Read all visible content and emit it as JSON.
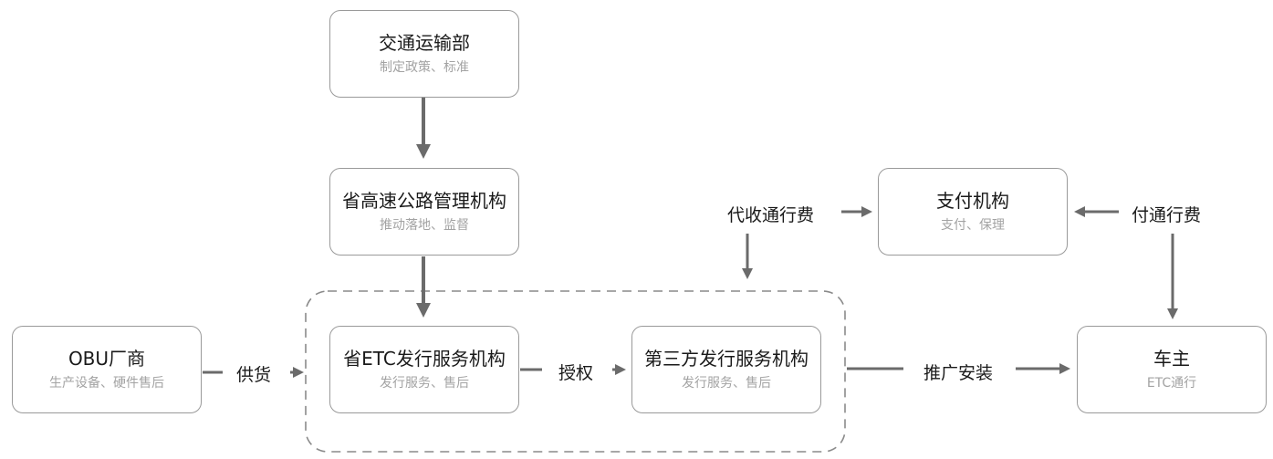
{
  "boxes": {
    "ministry": {
      "title": "交通运输部",
      "sub": "制定政策、标准"
    },
    "provincial_highway": {
      "title": "省高速公路管理机构",
      "sub": "推动落地、监督"
    },
    "payment": {
      "title": "支付机构",
      "sub": "支付、保理"
    },
    "obu_vendor": {
      "title": "OBU厂商",
      "sub": "生产设备、硬件售后"
    },
    "provincial_etc": {
      "title": "省ETC发行服务机构",
      "sub": "发行服务、售后"
    },
    "third_party": {
      "title": "第三方发行服务机构",
      "sub": "发行服务、售后"
    },
    "owner": {
      "title": "车主",
      "sub": "ETC通行"
    }
  },
  "labels": {
    "supply": "供货",
    "authorize": "授权",
    "promote": "推广安装",
    "collect_toll": "代收通行费",
    "pay_toll": "付通行费"
  },
  "colors": {
    "arrow": "#6b6b6b",
    "border": "#9a9a9a",
    "subtitle": "#a3a3a3"
  }
}
